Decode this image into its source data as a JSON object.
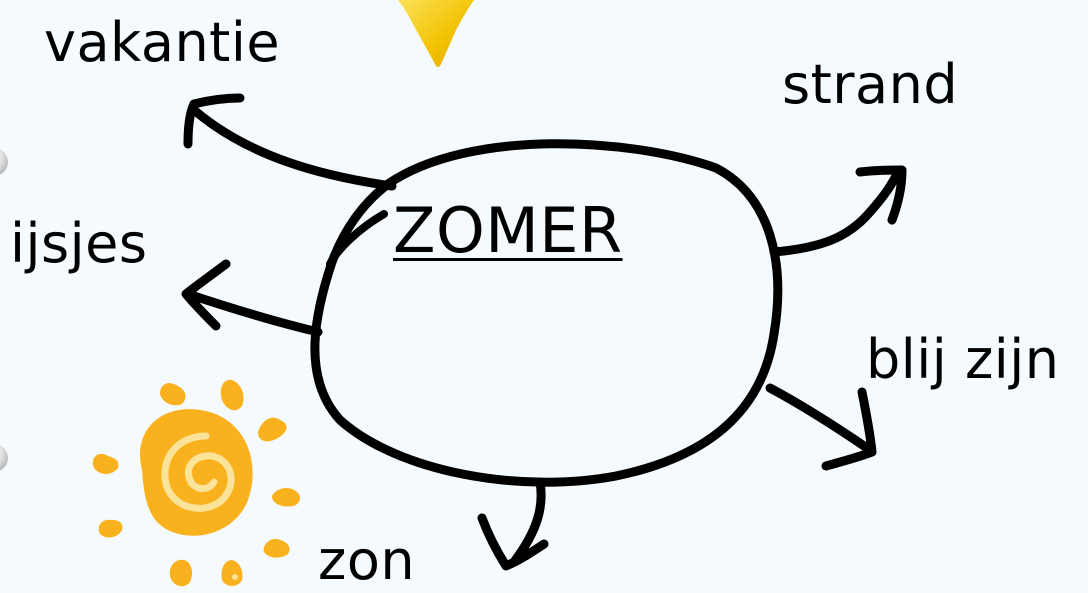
{
  "diagram": {
    "center": {
      "label": "ZOMER"
    },
    "branches": [
      {
        "id": "vakantie",
        "label": "vakantie"
      },
      {
        "id": "strand",
        "label": "strand"
      },
      {
        "id": "ijsjes",
        "label": "ijsjes"
      },
      {
        "id": "blij",
        "label": "blij zijn"
      },
      {
        "id": "zon",
        "label": "zon"
      }
    ]
  },
  "colors": {
    "background": "#f4fafd",
    "ink": "#000000",
    "sun": "#f9b21d",
    "sun_light": "#fcd04a",
    "triangle": "#f2c200",
    "bubble": "#cfcfcf"
  },
  "decorations": {
    "sun_icon": "sun-icon",
    "triangle_icon": "yellow-triangle-icon",
    "bubble_icons": [
      "bubble-icon",
      "bubble-icon"
    ]
  }
}
